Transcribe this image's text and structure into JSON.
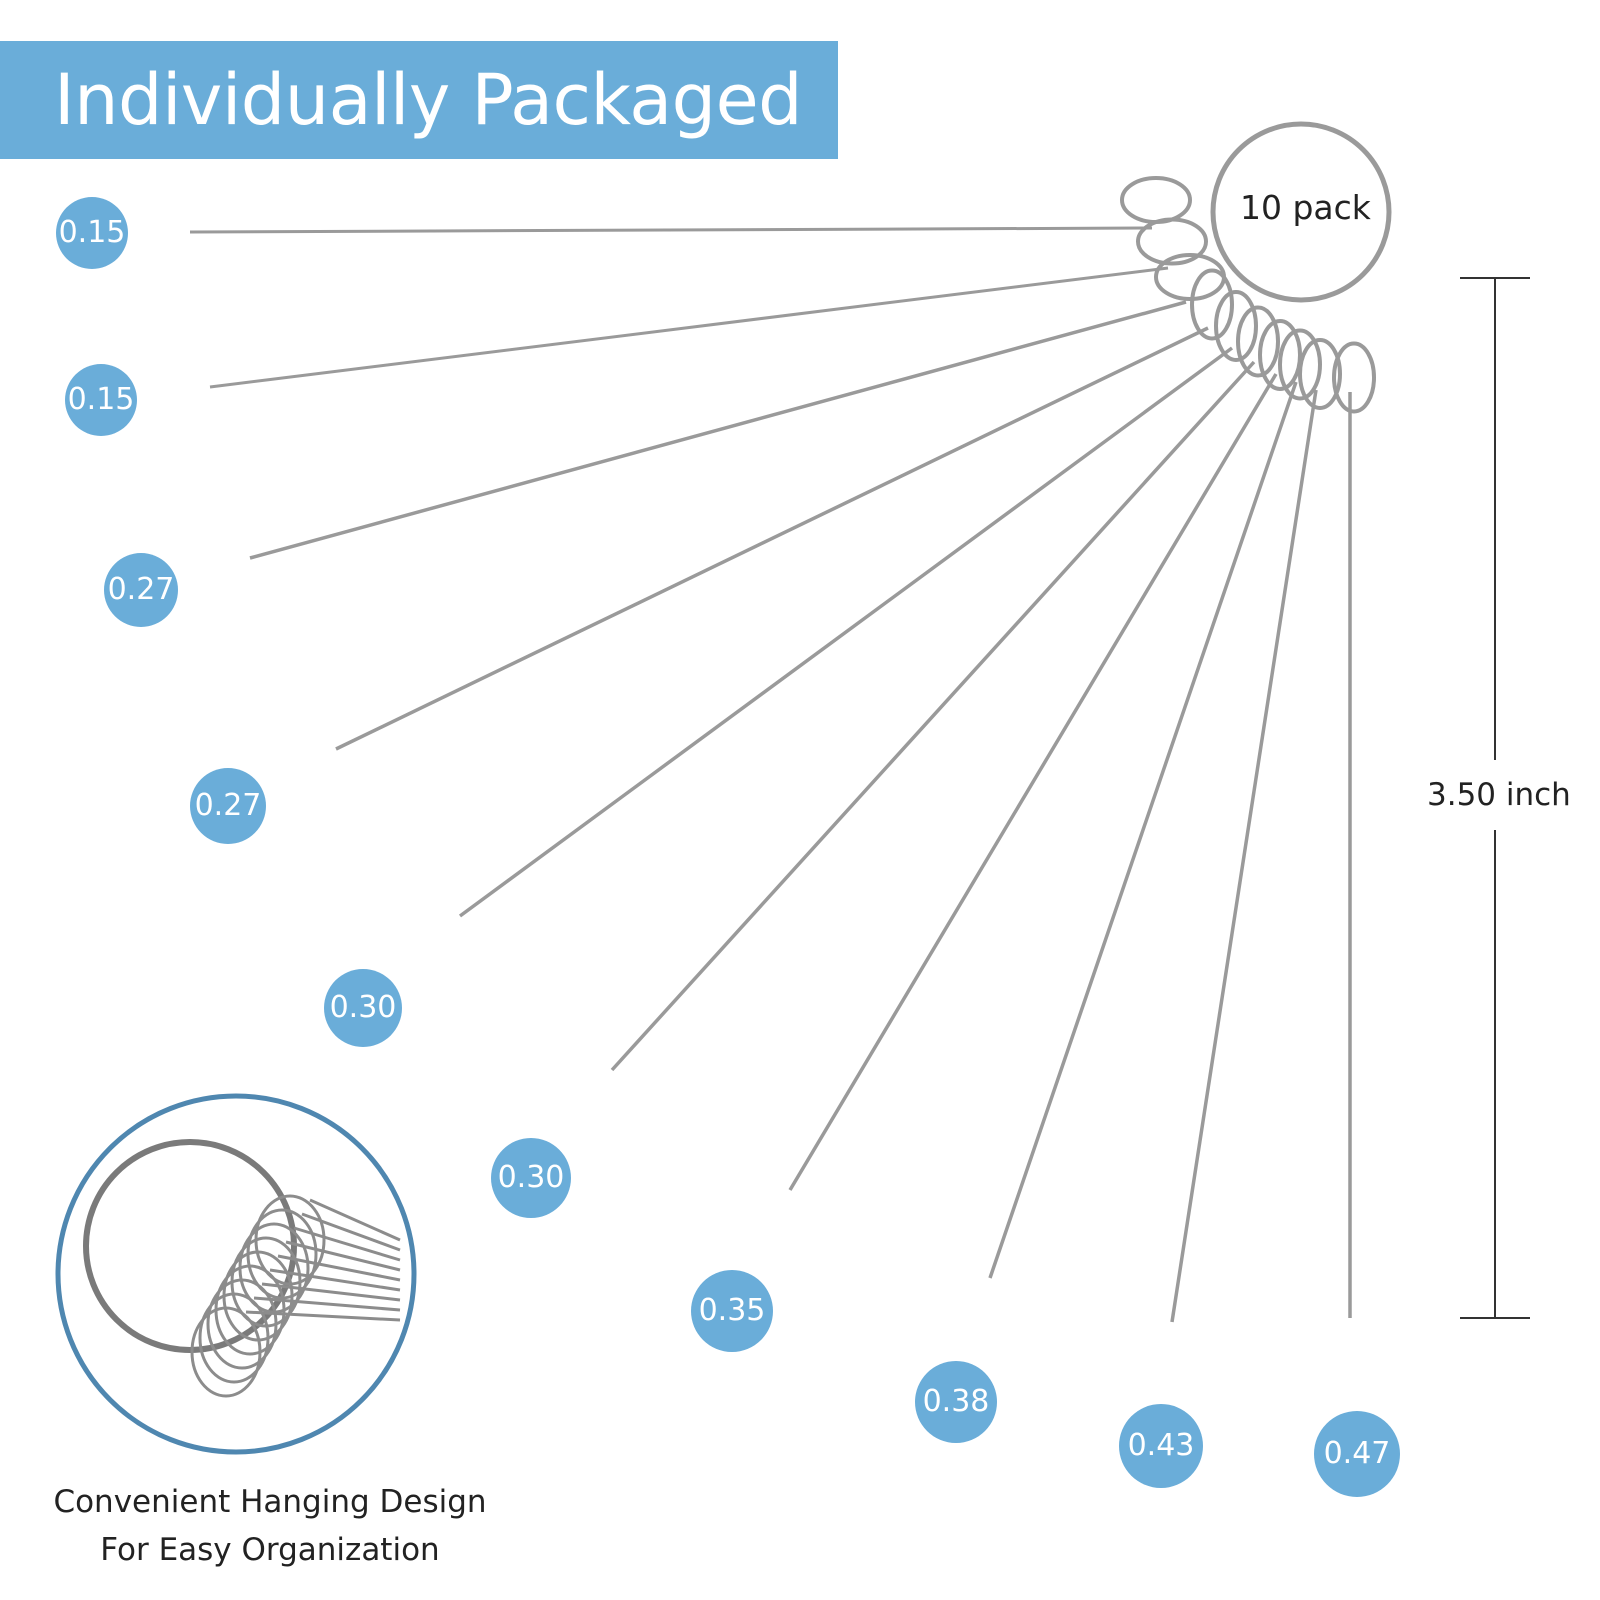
{
  "banner": {
    "title": "Individually Packaged"
  },
  "pack_label": "10 pack",
  "dimension_label": "3.50 inch",
  "gauge_labels": [
    "0.15",
    "0.15",
    "0.27",
    "0.27",
    "0.30",
    "0.30",
    "0.35",
    "0.38",
    "0.43",
    "0.47"
  ],
  "caption": {
    "line1": "Convenient Hanging Design",
    "line2": "For Easy Organization"
  },
  "colors": {
    "accent": "#6aadd9",
    "ring_border": "#4f87b0",
    "wire": "#9a9a9a",
    "text": "#222222"
  }
}
